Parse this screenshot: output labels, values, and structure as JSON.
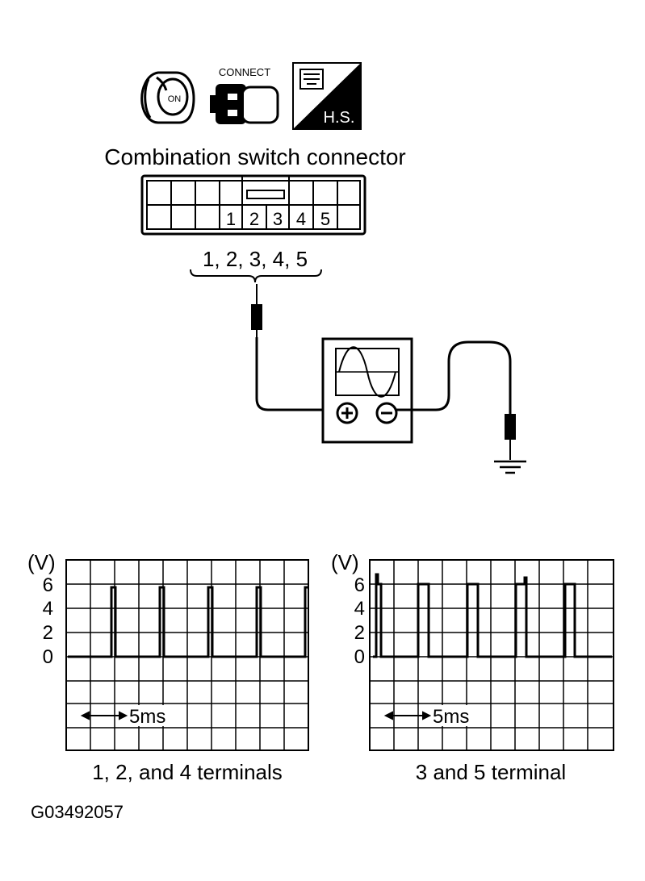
{
  "icons": {
    "ignition": {
      "label": "ON",
      "icon": "ignition-key-icon"
    },
    "connect": {
      "label": "CONNECT",
      "icon": "connector-plug-icon"
    },
    "harness": {
      "label": "H.S.",
      "icon": "harness-side-icon"
    }
  },
  "connector": {
    "title": "Combination switch connector",
    "pin_labels": [
      "1",
      "2",
      "3",
      "4",
      "5"
    ],
    "bracket_label": "1, 2, 3, 4, 5"
  },
  "oscilloscope": {
    "icon": "oscilloscope-icon",
    "positive": "positive-terminal-icon",
    "negative": "negative-terminal-icon"
  },
  "ground": {
    "icon": "ground-icon"
  },
  "waveforms": [
    {
      "unit": "(V)",
      "y_ticks": [
        "6",
        "4",
        "2",
        "0"
      ],
      "time_scale": "5ms",
      "caption": "1, 2, and 4 terminals"
    },
    {
      "unit": "(V)",
      "y_ticks": [
        "6",
        "4",
        "2",
        "0"
      ],
      "time_scale": "5ms",
      "caption": "3 and 5 terminal"
    }
  ],
  "figure_id": "G03492057"
}
